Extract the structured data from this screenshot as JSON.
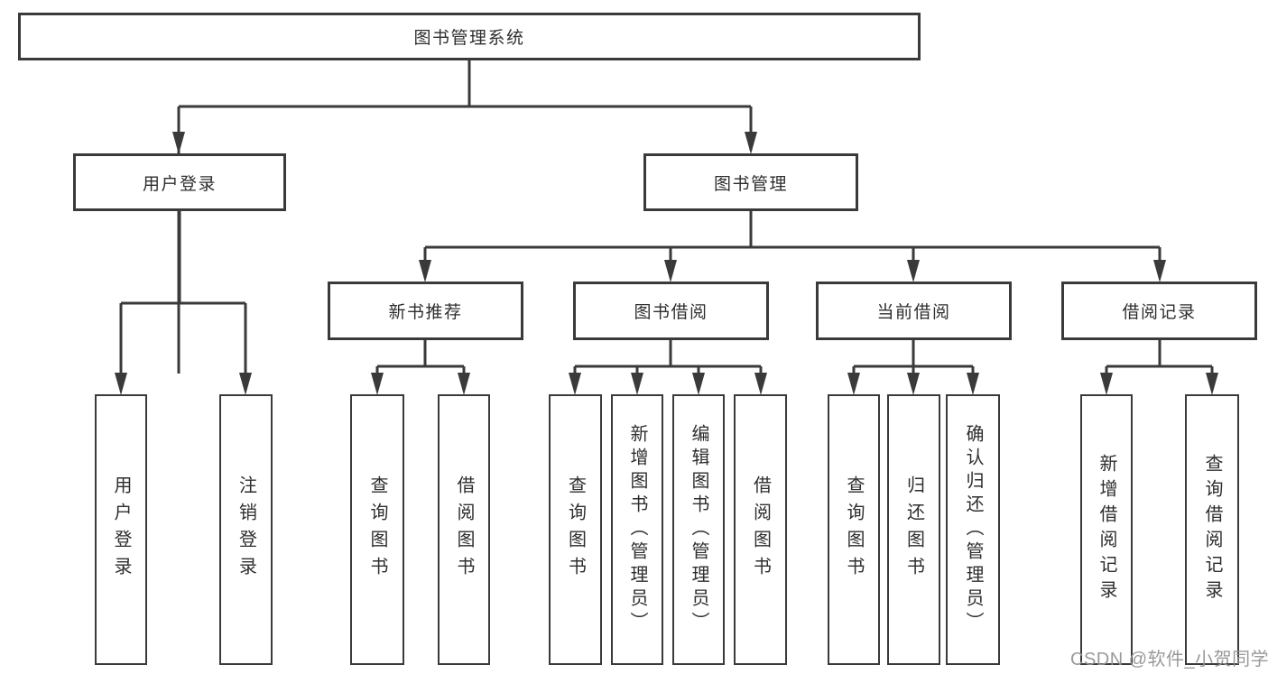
{
  "diagram_type": "hierarchy-tree",
  "colors": {
    "line": "#3a3a3a",
    "box_border": "#3a3a3a",
    "box_fill": "#ffffff",
    "text": "#2e2e2e",
    "watermark": "#949494"
  },
  "tree": {
    "label": "图书管理系统",
    "children": [
      {
        "label": "用户登录",
        "children": [
          {
            "label": "用户登录"
          },
          {
            "label": "注销登录"
          }
        ]
      },
      {
        "label": "图书管理",
        "children": [
          {
            "label": "新书推荐",
            "children": [
              {
                "label": "查询图书"
              },
              {
                "label": "借阅图书"
              }
            ]
          },
          {
            "label": "图书借阅",
            "children": [
              {
                "label": "查询图书"
              },
              {
                "label": "新增图书（管理员）"
              },
              {
                "label": "编辑图书（管理员）"
              },
              {
                "label": "借阅图书"
              }
            ]
          },
          {
            "label": "当前借阅",
            "children": [
              {
                "label": "查询图书"
              },
              {
                "label": "归还图书"
              },
              {
                "label": "确认归还（管理员）"
              }
            ]
          },
          {
            "label": "借阅记录",
            "children": [
              {
                "label": "新增借阅记录"
              },
              {
                "label": "查询借阅记录"
              }
            ]
          }
        ]
      }
    ]
  },
  "watermark": {
    "text": "CSDN @软件_小贺同学"
  }
}
